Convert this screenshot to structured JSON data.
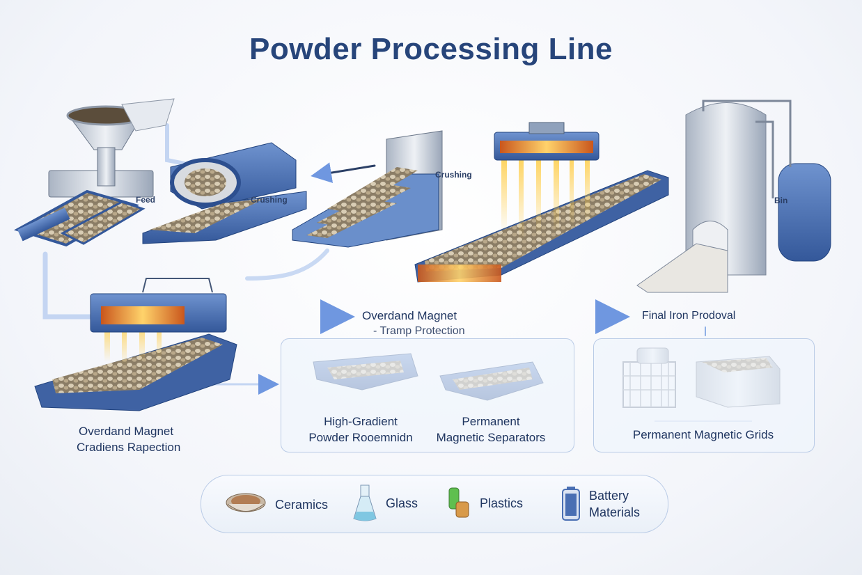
{
  "title": "Powder Processing Line",
  "stages": {
    "feeder_tag": "Feed",
    "crusher_tag": "Crushing",
    "screen_tag": "Crushing",
    "silo_tag": "Bin"
  },
  "flow_labels": {
    "overband_top_line1": "Overdand Magnet",
    "overband_top_line2": "- Tramp Protection",
    "final": "Final Iron Prodoval",
    "overband_bottom_line1": "Overdand Magnet",
    "overband_bottom_line2": "Cradiens Rapection"
  },
  "separators_panel": {
    "item1_line1": "High-Gradient",
    "item1_line2": "Powder Rooemnidn",
    "item2_line1": "Permanent",
    "item2_line2": "Magnetic Separators"
  },
  "grids_panel": {
    "label": "Permanent Magnetic Grids"
  },
  "applications": [
    {
      "label": "Ceramics",
      "icon": "ceramic-bowl-icon"
    },
    {
      "label": "Glass",
      "icon": "glass-flask-icon"
    },
    {
      "label": "Plastics",
      "icon": "plastic-pellets-icon"
    },
    {
      "label_line1": "Battery",
      "label_line2": "Materials",
      "icon": "battery-icon"
    }
  ],
  "colors": {
    "title": "#27457a",
    "machine_blue": "#4a74b8",
    "steel": "#b9c3d1",
    "arrow": "#8fb0e6",
    "magnet_glow": "#f3a73a"
  }
}
